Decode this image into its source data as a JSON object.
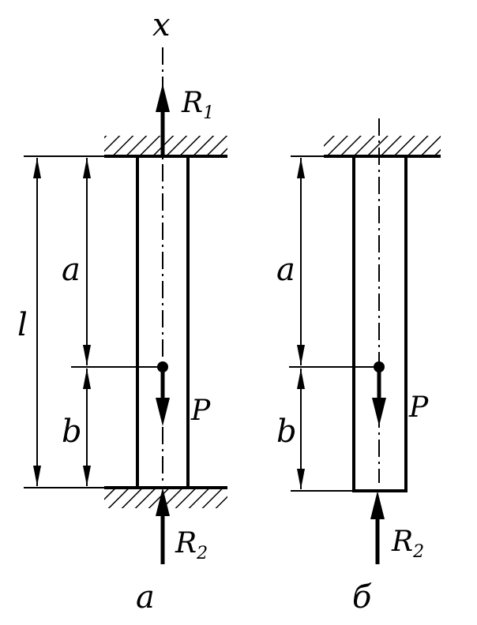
{
  "diagram_a": {
    "caption": "a",
    "axis_label": "x",
    "reaction_top": {
      "symbol": "R",
      "subscript": "1"
    },
    "reaction_bottom": {
      "symbol": "R",
      "subscript": "2"
    },
    "dim_total": "l",
    "dim_upper": "a",
    "dim_lower": "b",
    "load": "P"
  },
  "diagram_b": {
    "caption": "б",
    "reaction_bottom": {
      "symbol": "R",
      "subscript": "2"
    },
    "dim_upper": "a",
    "dim_lower": "b",
    "load": "P"
  }
}
